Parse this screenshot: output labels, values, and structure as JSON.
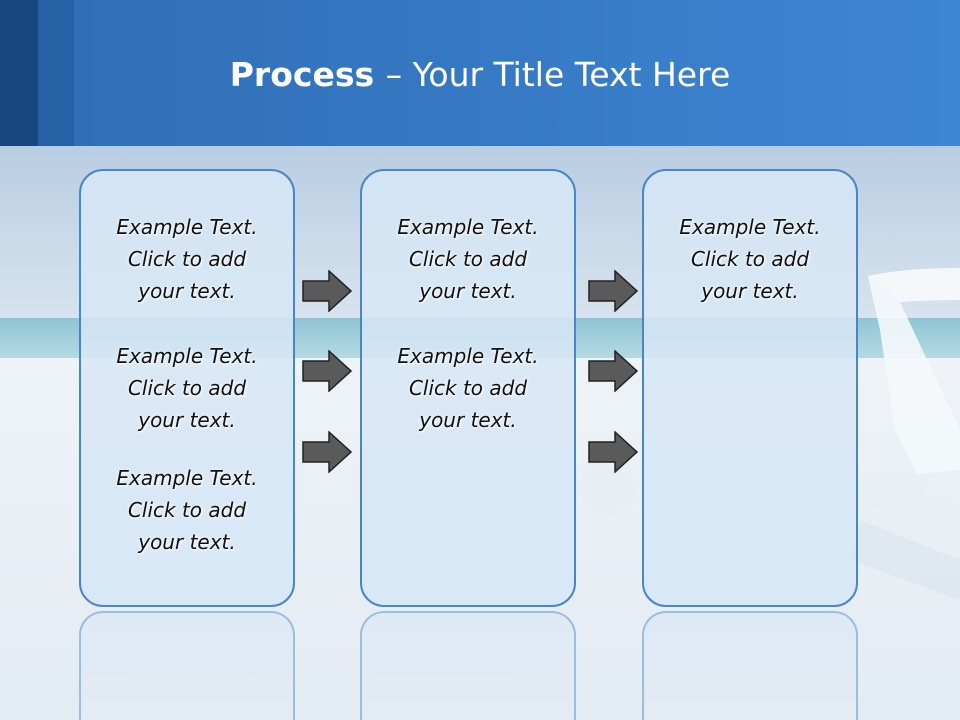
{
  "title": {
    "bold": "Process ",
    "rest": " – Your Title Text Here"
  },
  "columns": [
    {
      "blocks": [
        {
          "l1": "Example Text.",
          "l2": "Click  to add",
          "l3": "your text."
        },
        {
          "l1": "Example Text.",
          "l2": "Click  to add",
          "l3": "your text."
        },
        {
          "l1": "Example Text.",
          "l2": "Click  to add",
          "l3": "your text."
        }
      ]
    },
    {
      "blocks": [
        {
          "l1": "Example Text.",
          "l2": "Click  to add",
          "l3": "your text."
        },
        {
          "l1": "Example Text.",
          "l2": "Click  to add",
          "l3": "your text."
        }
      ]
    },
    {
      "blocks": [
        {
          "l1": "Example Text.",
          "l2": "Click  to add",
          "l3": "your text."
        }
      ]
    }
  ],
  "colors": {
    "header": "#3578c2",
    "box_border": "#4a86c6",
    "box_fill": "#d6e6f6",
    "arrow": "#5a5a5a"
  }
}
